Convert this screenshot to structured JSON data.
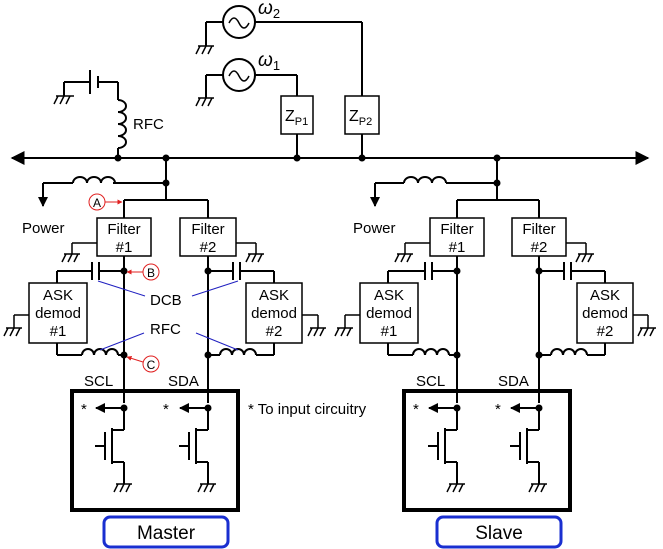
{
  "sources": {
    "omega1": "ω",
    "omega1_sub": "1",
    "omega2": "ω",
    "omega2_sub": "2"
  },
  "impedances": {
    "zp1": "Z",
    "zp1_sub": "P1",
    "zp2": "Z",
    "zp2_sub": "P2"
  },
  "bus_choke": "RFC",
  "markers": {
    "a": "A",
    "b": "B",
    "c": "C"
  },
  "annotations": {
    "dcb": "DCB",
    "rfc": "RFC",
    "input_note": "* To input circuitry",
    "asterisk": "*"
  },
  "master": {
    "power": "Power",
    "filter1": [
      "Filter",
      "#1"
    ],
    "filter2": [
      "Filter",
      "#2"
    ],
    "demod1": [
      "ASK",
      "demod",
      "#1"
    ],
    "demod2": [
      "ASK",
      "demod",
      "#2"
    ],
    "scl": "SCL",
    "sda": "SDA",
    "caption": "Master"
  },
  "slave": {
    "power": "Power",
    "filter1": [
      "Filter",
      "#1"
    ],
    "filter2": [
      "Filter",
      "#2"
    ],
    "demod1": [
      "ASK",
      "demod",
      "#1"
    ],
    "demod2": [
      "ASK",
      "demod",
      "#2"
    ],
    "scl": "SCL",
    "sda": "SDA",
    "caption": "Slave"
  }
}
